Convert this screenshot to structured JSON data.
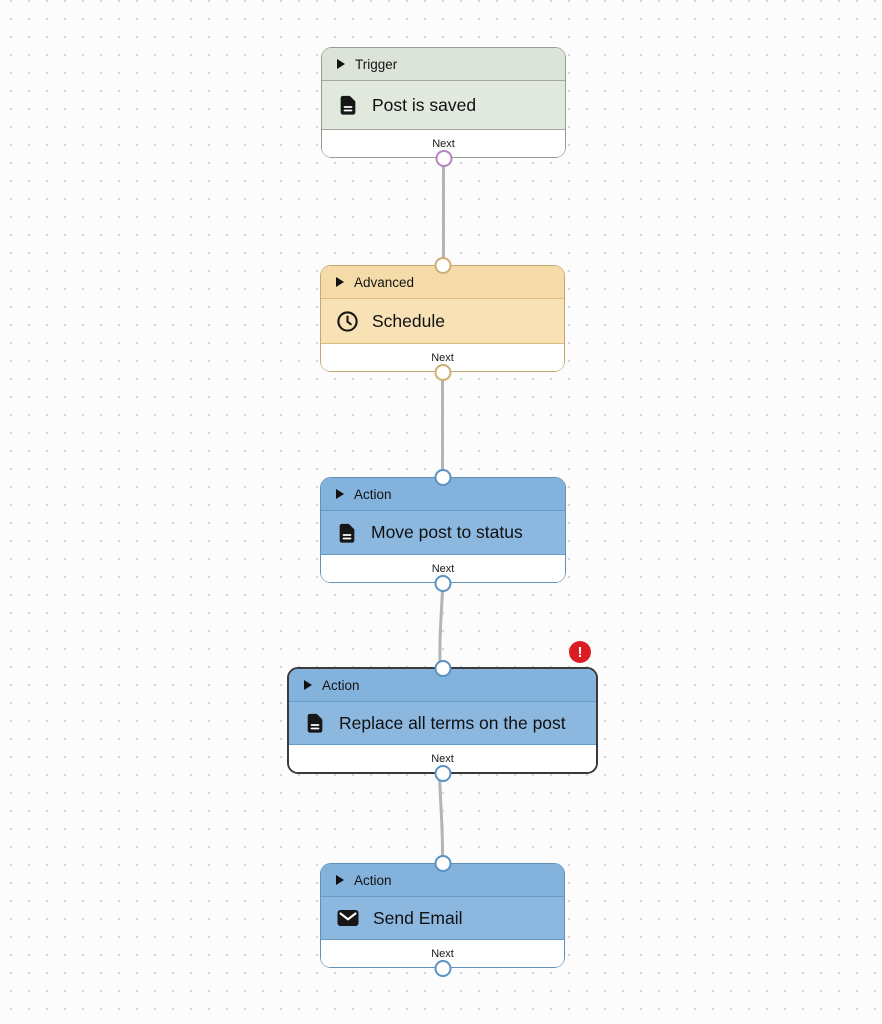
{
  "canvas": {
    "background_color": "#fcfcfc",
    "dot_color": "#d7d7d7",
    "wire_color": "#b4b4b4"
  },
  "error_badge": {
    "glyph": "!",
    "color": "#dc1c23"
  },
  "nodes": [
    {
      "category": "Trigger",
      "title": "Post is saved",
      "icon": "document-icon",
      "footer": "Next",
      "has_input": false,
      "has_error": false,
      "selected": false,
      "colors": {
        "header": "#dce4da",
        "body": "#e1e9df",
        "border": "#969c93",
        "divider": "#a3a9a0",
        "port": "#b685c2"
      }
    },
    {
      "category": "Advanced",
      "title": "Schedule",
      "icon": "clock-icon",
      "footer": "Next",
      "has_input": true,
      "has_error": false,
      "selected": false,
      "colors": {
        "header": "#f5dba7",
        "body": "#f7e1b5",
        "border": "#c3a873",
        "divider": "#dcbc83",
        "port": "#cfae74"
      }
    },
    {
      "category": "Action",
      "title": "Move post to status",
      "icon": "document-icon",
      "footer": "Next",
      "has_input": true,
      "has_error": false,
      "selected": false,
      "colors": {
        "header": "#83b2dc",
        "body": "#8cb8e0",
        "border": "#6290b7",
        "divider": "#659bc8",
        "port": "#5b92c2"
      }
    },
    {
      "category": "Action",
      "title": "Replace all terms on the post",
      "icon": "document-icon",
      "footer": "Next",
      "has_input": true,
      "has_error": true,
      "selected": true,
      "colors": {
        "header": "#83b2dc",
        "body": "#8cb8e0",
        "border": "#3b3b3b",
        "divider": "#659bc8",
        "port": "#5b92c2"
      }
    },
    {
      "category": "Action",
      "title": "Send Email",
      "icon": "envelope-icon",
      "footer": "Next",
      "has_input": true,
      "has_error": false,
      "selected": false,
      "colors": {
        "header": "#83b2dc",
        "body": "#8cb8e0",
        "border": "#6290b7",
        "divider": "#659bc8",
        "port": "#5b92c2"
      }
    }
  ]
}
